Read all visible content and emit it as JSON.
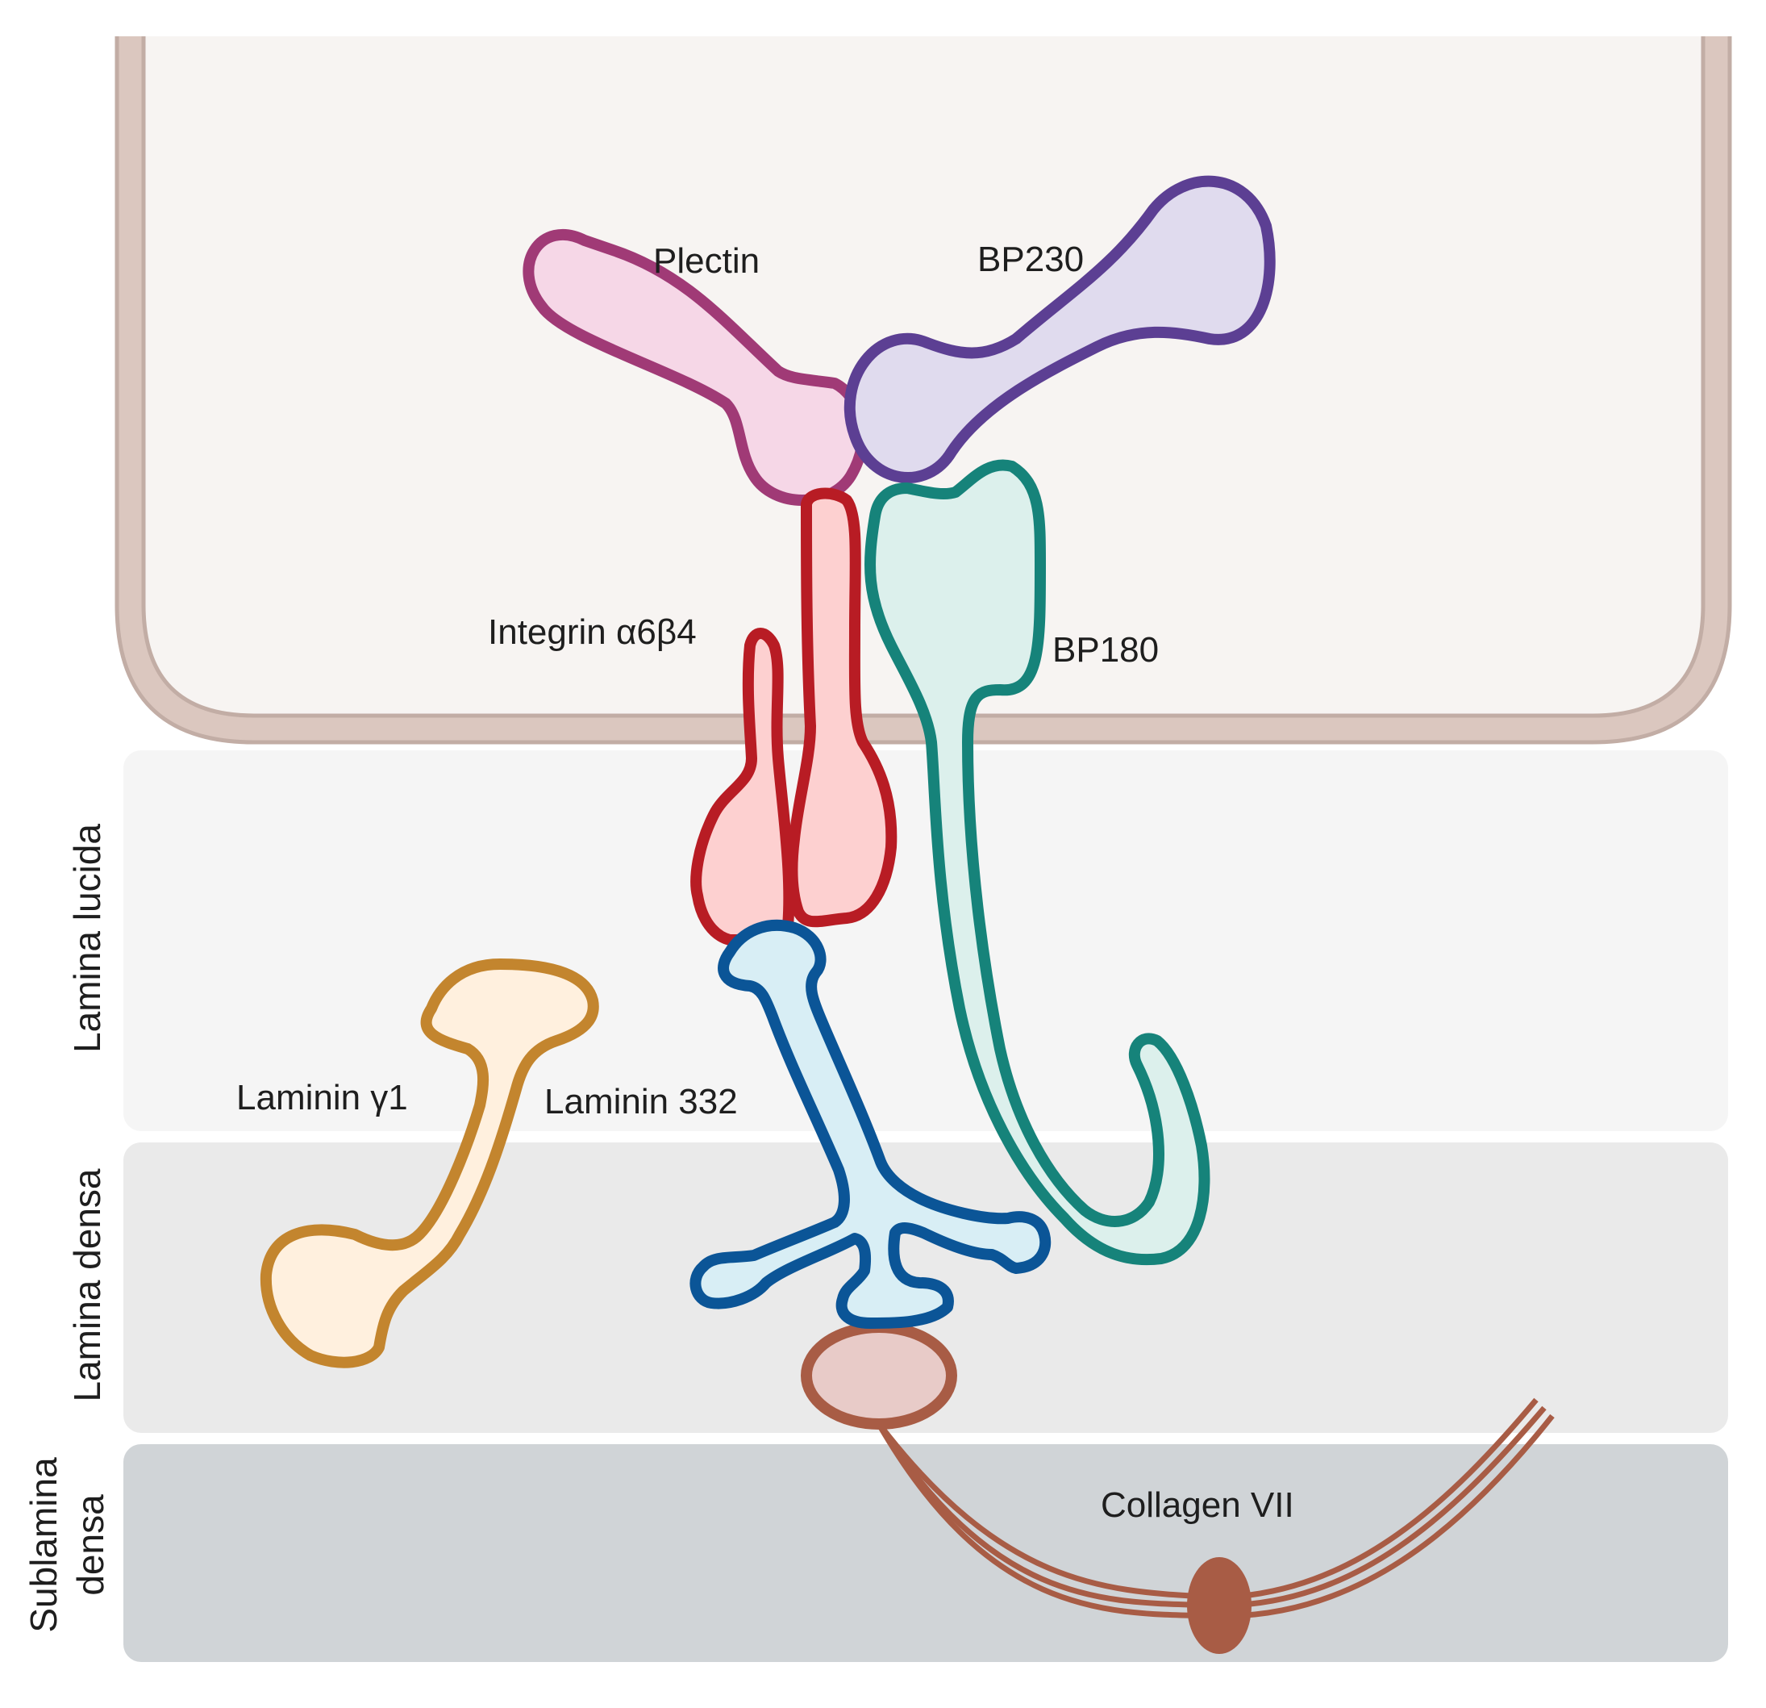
{
  "diagram": {
    "colors": {
      "cell_fill": "#f7f4f2",
      "cell_border": "#c8b5ad",
      "lamina_lucida_fill": "#f5f5f5",
      "lamina_densa_fill": "#eaeaea",
      "sublamina_densa_fill": "#d0d4d7",
      "plectin": "#a03a76",
      "bp230": "#5c3f93",
      "integrin": "#b81c24",
      "bp180": "#16837a",
      "laminin332": "#0b5597",
      "laminin_gamma1": "#c3852e",
      "collagen7": "#a85c45"
    },
    "proteins": {
      "plectin": "Plectin",
      "bp230": "BP230",
      "integrin": "Integrin α6β4",
      "bp180": "BP180",
      "laminin_gamma1": "Laminin γ1",
      "laminin332": "Laminin 332",
      "collagen7": "Collagen VII"
    },
    "layers": {
      "lamina_lucida": "Lamina lucida",
      "lamina_densa": "Lamina densa",
      "sublamina_line1": "Sublamina",
      "sublamina_line2": "densa"
    }
  }
}
